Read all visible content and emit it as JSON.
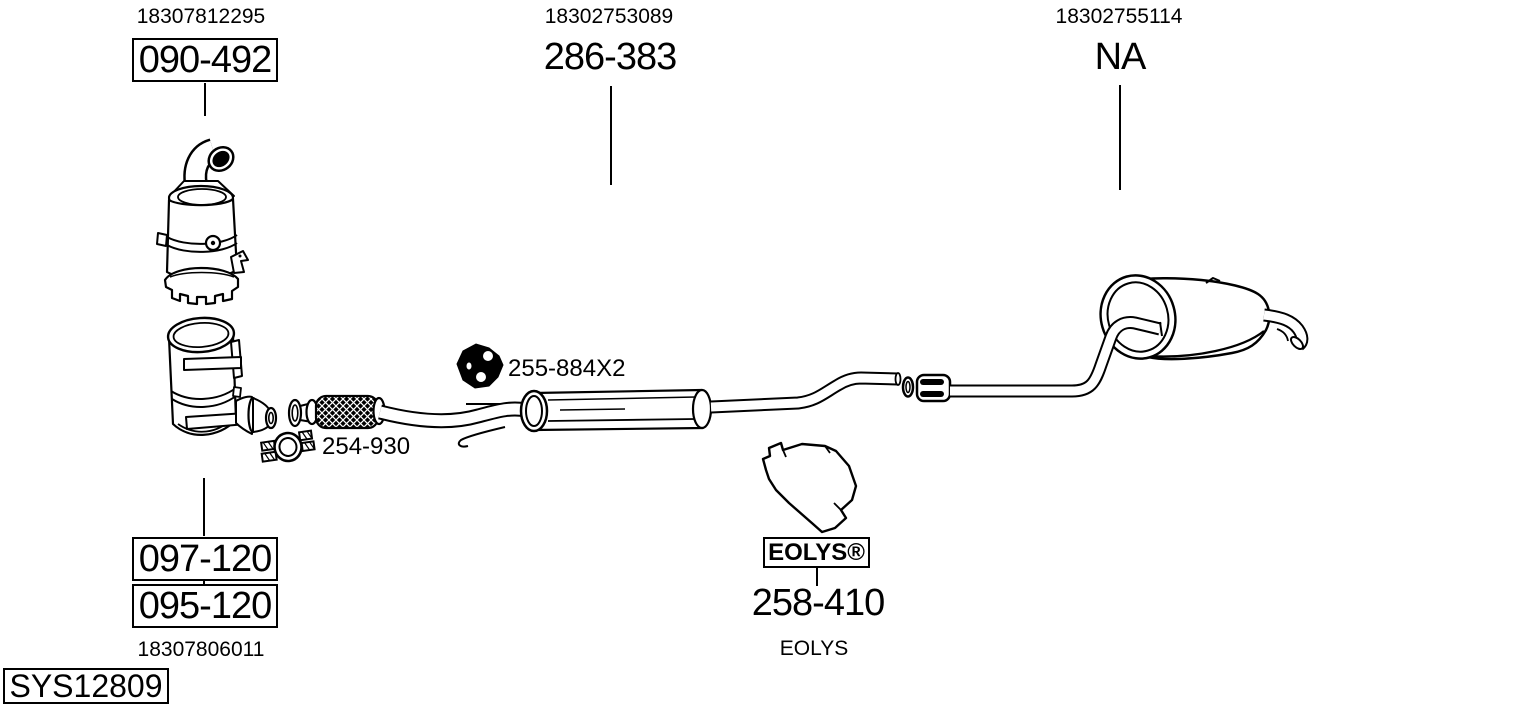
{
  "diagram_type": "exhaust-system-parts-diagram",
  "colors": {
    "background": "#ffffff",
    "line": "#000000"
  },
  "labels": {
    "front_section": {
      "oem_number": "18307812295",
      "part_code": "090-492"
    },
    "center_section": {
      "oem_number": "18302753089",
      "part_code": "286-383"
    },
    "rear_section": {
      "oem_number": "18302755114",
      "part_code": "NA"
    },
    "rubber_hanger": {
      "part_code": "255-884X2"
    },
    "pipe_clamp": {
      "part_code": "254-930"
    },
    "filter_option_1": {
      "part_code": "097-120"
    },
    "filter_option_2": {
      "part_code": "095-120"
    },
    "filter_oem_number": "18307806011",
    "additive_tank": {
      "brand": "EOLYS®",
      "part_code": "258-410",
      "caption": "EOLYS"
    },
    "system_code": "SYS12809"
  },
  "parts_icons": [
    "catalytic-converter-icon",
    "particulate-filter-icon",
    "flex-pipe-icon",
    "center-muffler-icon",
    "connecting-pipe-icon",
    "coupling-sleeve-icon",
    "rear-muffler-icon",
    "tailpipe-icon",
    "rubber-hanger-icon",
    "pipe-clamp-icon",
    "eolys-tank-icon"
  ]
}
